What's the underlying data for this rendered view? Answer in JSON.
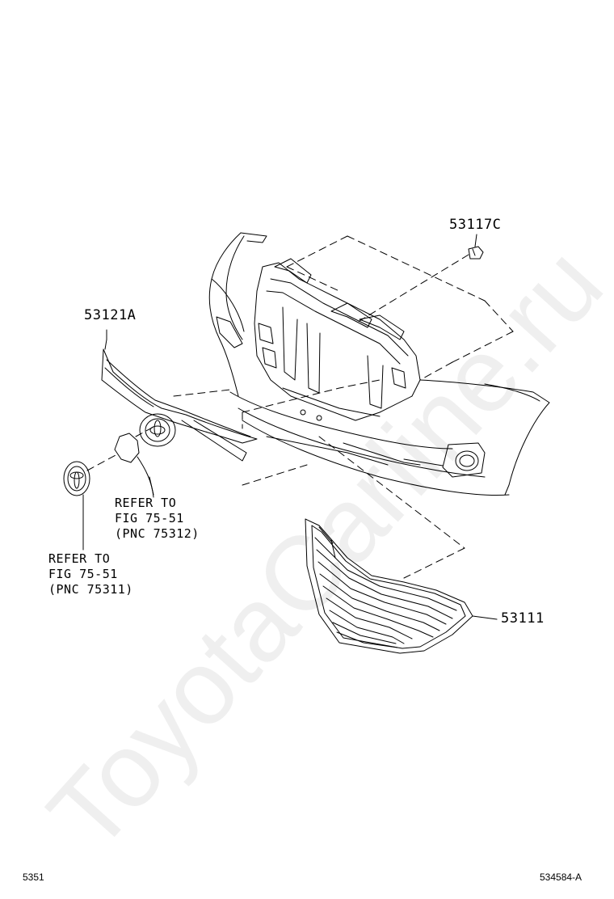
{
  "parts": {
    "p53117c": "53117C",
    "p53121a": "53121A",
    "p53111": "53111"
  },
  "refs": {
    "ref_75312": {
      "line1": "REFER TO",
      "line2": "FIG 75-51",
      "line3": "(PNC 75312)"
    },
    "ref_75311": {
      "line1": "REFER TO",
      "line2": "FIG 75-51",
      "line3": "(PNC 75311)"
    }
  },
  "footer": {
    "left_code": "5351",
    "right_code": "534584-A"
  },
  "watermark": "ToyotaCarline.ru",
  "colors": {
    "line": "#000000",
    "background": "#ffffff"
  }
}
